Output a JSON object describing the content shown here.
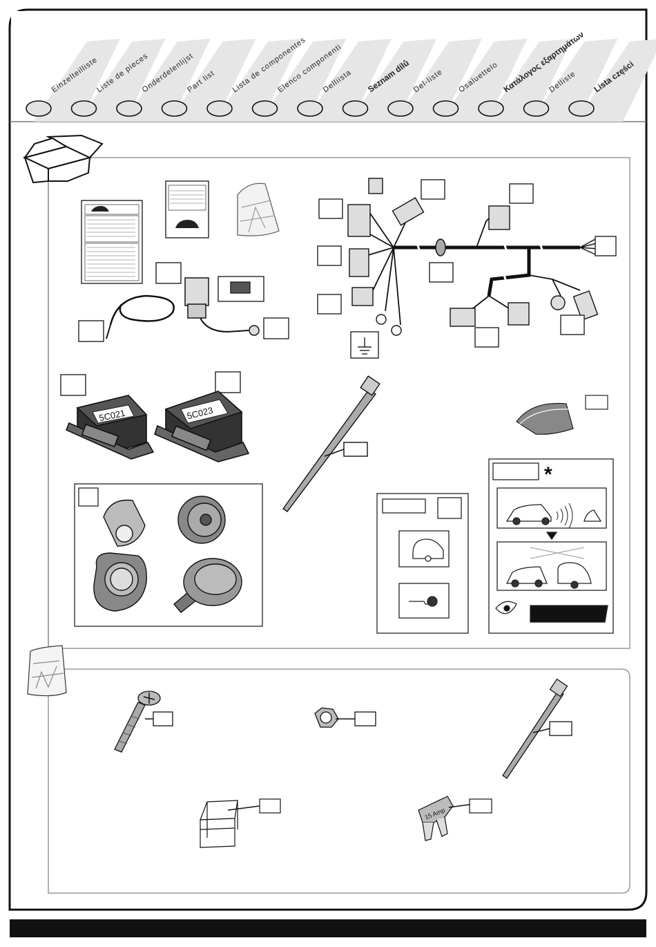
{
  "header": {
    "languages": [
      {
        "label": "Einzelteilliste",
        "bold": false
      },
      {
        "label": "Liste de pieces",
        "bold": false
      },
      {
        "label": "Onderdelenlijst",
        "bold": false
      },
      {
        "label": "Part list",
        "bold": false
      },
      {
        "label": "Lista de componentes",
        "bold": false
      },
      {
        "label": "Elenco componenti",
        "bold": false
      },
      {
        "label": "Delliista",
        "bold": false
      },
      {
        "label": "Seznam dílů",
        "bold": true
      },
      {
        "label": "Del-liste",
        "bold": false
      },
      {
        "label": "Osaluettelo",
        "bold": false
      },
      {
        "label": "Κατάλογος εξαρτημάτων",
        "bold": true
      },
      {
        "label": "Delliste",
        "bold": false
      },
      {
        "label": "Lista części",
        "bold": true
      }
    ]
  },
  "kit": {
    "relay_1_code": "5C021",
    "relay_2_code": "5C023",
    "asterisk": "*"
  },
  "bag": {
    "fuse_label": "15 Amp"
  },
  "colors": {
    "stroke": "#111111",
    "tab_fill": "#e6e6e6",
    "panel_fill": "#f7f7f7"
  }
}
